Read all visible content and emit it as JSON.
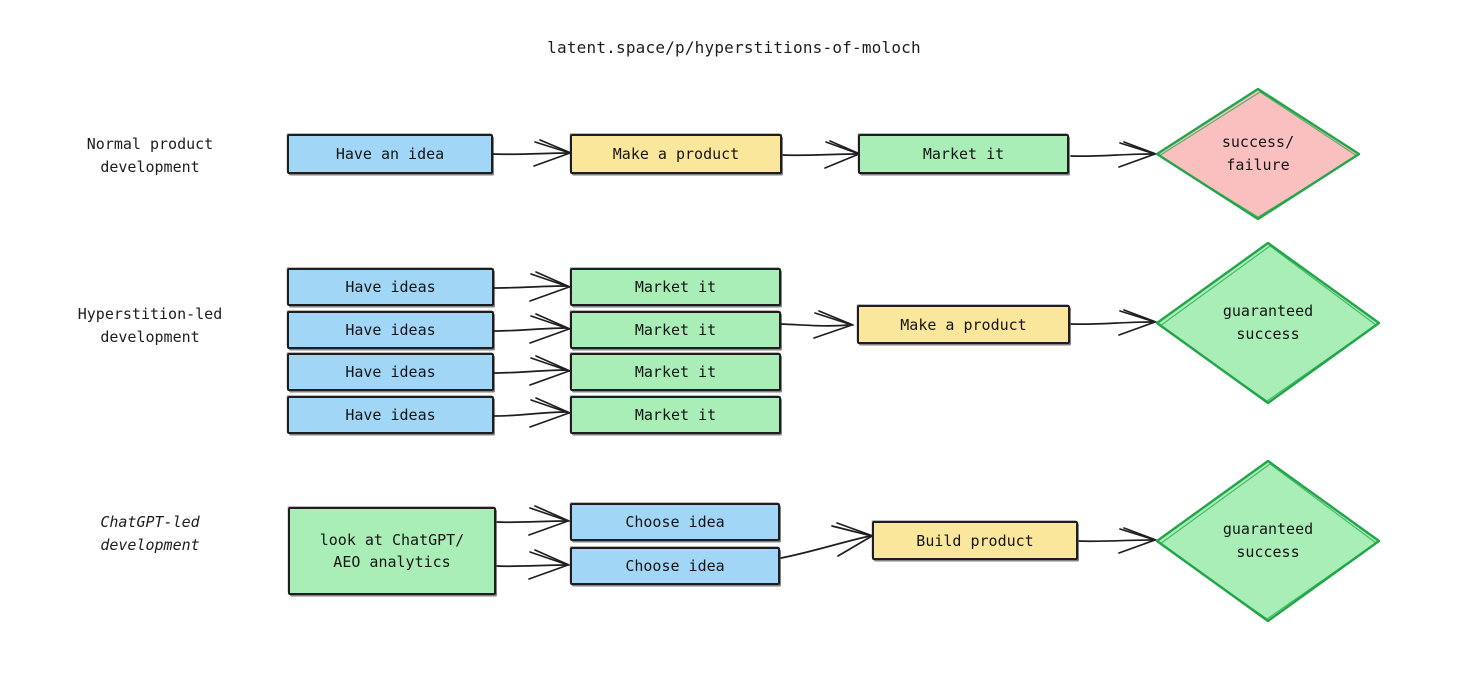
{
  "title": "latent.space/p/hyperstitions-of-moloch",
  "colors": {
    "blue": "#a2d6f6",
    "green": "#a9edb7",
    "yellow": "#fbe79b",
    "pink": "#fac0c0",
    "stroke": "#1e1e1e",
    "diamond_stroke": "#22a64a",
    "background": "#ffffff"
  },
  "rows": [
    {
      "label": "Normal product\ndevelopment",
      "nodes": [
        {
          "text": "Have an idea",
          "color": "blue",
          "shape": "rect"
        },
        {
          "text": "Make a product",
          "color": "yellow",
          "shape": "rect"
        },
        {
          "text": "Market it",
          "color": "green",
          "shape": "rect"
        },
        {
          "text": "success/\nfailure",
          "color": "pink",
          "shape": "diamond"
        }
      ]
    },
    {
      "label": "Hyperstition-led\ndevelopment",
      "nodes": [
        {
          "text": "Have ideas",
          "color": "blue",
          "shape": "rect"
        },
        {
          "text": "Have ideas",
          "color": "blue",
          "shape": "rect"
        },
        {
          "text": "Have ideas",
          "color": "blue",
          "shape": "rect"
        },
        {
          "text": "Have ideas",
          "color": "blue",
          "shape": "rect"
        },
        {
          "text": "Market it",
          "color": "green",
          "shape": "rect"
        },
        {
          "text": "Market it",
          "color": "green",
          "shape": "rect"
        },
        {
          "text": "Market it",
          "color": "green",
          "shape": "rect"
        },
        {
          "text": "Market it",
          "color": "green",
          "shape": "rect"
        },
        {
          "text": "Make a product",
          "color": "yellow",
          "shape": "rect"
        },
        {
          "text": "guaranteed\nsuccess",
          "color": "green",
          "shape": "diamond"
        }
      ]
    },
    {
      "label": "ChatGPT-led\ndevelopment",
      "nodes": [
        {
          "text": "look at ChatGPT/\nAEO analytics",
          "color": "green",
          "shape": "rect"
        },
        {
          "text": "Choose idea",
          "color": "blue",
          "shape": "rect"
        },
        {
          "text": "Choose idea",
          "color": "blue",
          "shape": "rect"
        },
        {
          "text": "Build product",
          "color": "yellow",
          "shape": "rect"
        },
        {
          "text": "guaranteed\nsuccess",
          "color": "green",
          "shape": "diamond"
        }
      ]
    }
  ]
}
